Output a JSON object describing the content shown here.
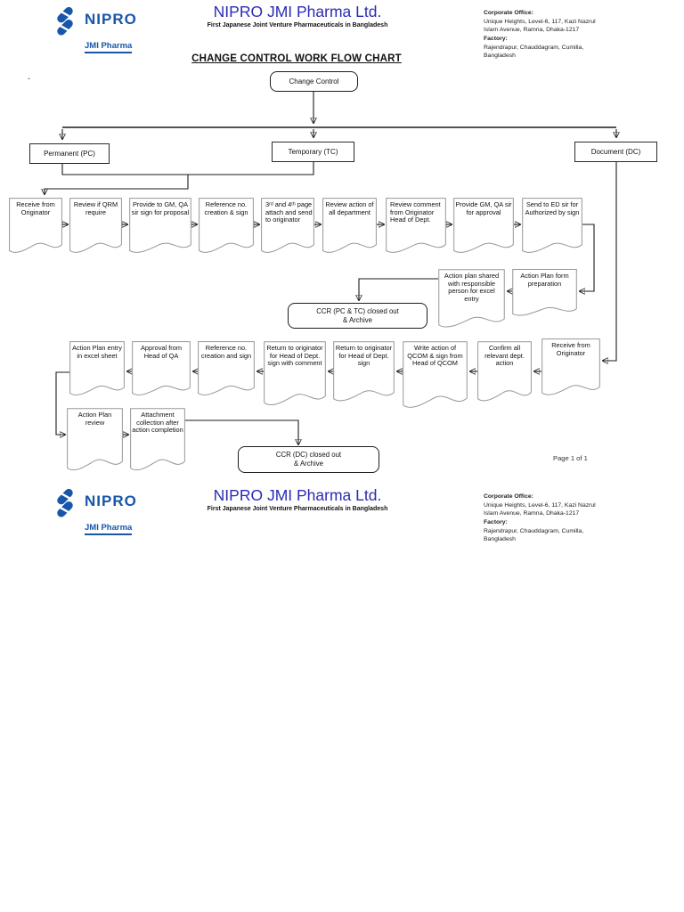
{
  "brand": {
    "logo_text": "NIPRO",
    "logo_subtext": "JMI Pharma",
    "company_name": "NIPRO JMI Pharma Ltd.",
    "company_tagline": "First Japanese Joint Venture Pharmaceuticals in Bangladesh",
    "logo_blue": "#1756a8",
    "title_blue": "#2b2bb5"
  },
  "address": {
    "corporate_office_label": "Corporate Office:",
    "corporate_office_line1": "Unique Heights, Level-6, 117, Kazi Nazrul",
    "corporate_office_line2": "Islam Avenue, Ramna, Dhaka-1217",
    "factory_label": "Factory:",
    "factory_line1": "Rajendrapur, Chauddagram, Cumilla,",
    "factory_line2": "Bangladesh"
  },
  "page": {
    "title": "CHANGE CONTROL WORK FLOW CHART",
    "page_number": "Page 1 of 1",
    "stray_mark": "-"
  },
  "flowchart": {
    "start": "Change Control",
    "branches": {
      "permanent": "Permanent (PC)",
      "temporary": "Temporary (TC)",
      "document": "Document (DC)"
    },
    "row1": [
      "Receive from Originator",
      "Review if QRM require",
      "Provide to GM, QA sir sign for proposal",
      "Reference no. creation & sign",
      "3ʳᵈ and 4ᵗʰ page attach and send to originator",
      "Review action of all department",
      "Review comment from Originator Head of Dept.",
      "Provide GM, QA sir for approval",
      "Send to ED sir for Authorized by sign"
    ],
    "row2": [
      "Action plan shared with responsible person for excel entry",
      "Action Plan form preparation"
    ],
    "terminator_pc_tc": "CCR (PC & TC) closed out\n& Archive",
    "row3": [
      "Action Plan entry in excel sheet",
      "Approval from Head of QA",
      "Reference no. creation and sign",
      "Return to originator for Head of Dept. sign with comment",
      "Return to originator for Head of Dept. sign",
      "Write action of QCOM & sign from Head of QCOM",
      "Confirm all relevant dept. action",
      "Receive from Originator"
    ],
    "row4": [
      "Action Plan review",
      "Attachment collection after action completion"
    ],
    "terminator_dc": "CCR (DC) closed out\n& Archive"
  }
}
